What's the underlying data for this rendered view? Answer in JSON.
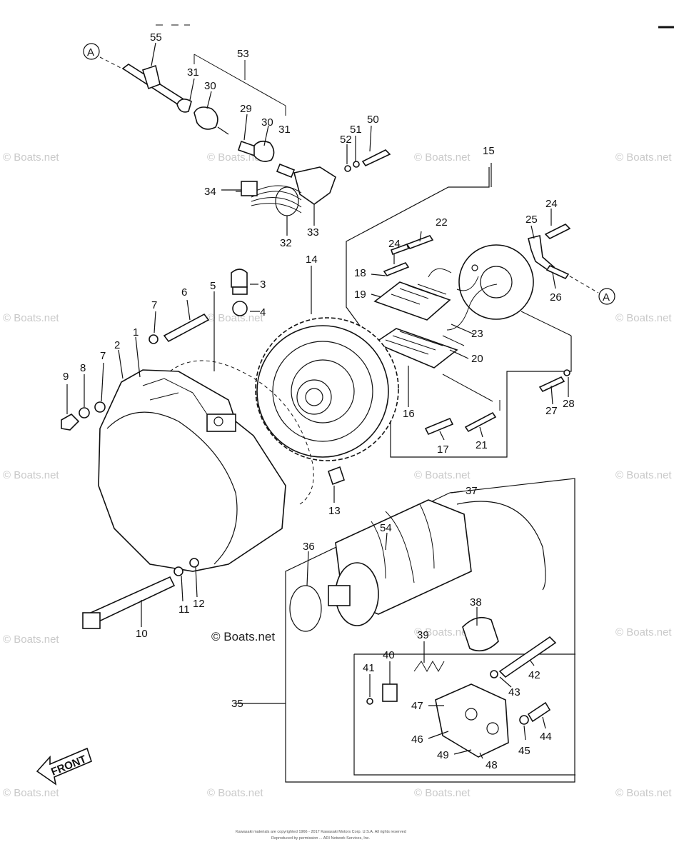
{
  "diagram": {
    "watermark": "© Boats.net",
    "front_label": "FRONT",
    "ref_marker": "A",
    "footer_line1": "Kawasaki materials are copyrighted 1966 - 2017 Kawasaki Motors Corp. U.S.A. All rights reserved",
    "footer_line2": "Reproduced by permission ... ARI Network Services, Inc."
  },
  "callouts": [
    "1",
    "2",
    "3",
    "4",
    "5",
    "6",
    "7",
    "8",
    "9",
    "10",
    "11",
    "12",
    "13",
    "14",
    "15",
    "16",
    "17",
    "18",
    "19",
    "20",
    "21",
    "22",
    "23",
    "24",
    "25",
    "26",
    "27",
    "28",
    "29",
    "30",
    "31",
    "32",
    "33",
    "34",
    "35",
    "36",
    "37",
    "38",
    "39",
    "40",
    "41",
    "42",
    "43",
    "44",
    "45",
    "46",
    "47",
    "48",
    "49",
    "50",
    "51",
    "52",
    "53",
    "54",
    "55"
  ],
  "callouts_repeat": {
    "7b": "7",
    "24b": "24",
    "30b": "30",
    "31b": "31"
  }
}
